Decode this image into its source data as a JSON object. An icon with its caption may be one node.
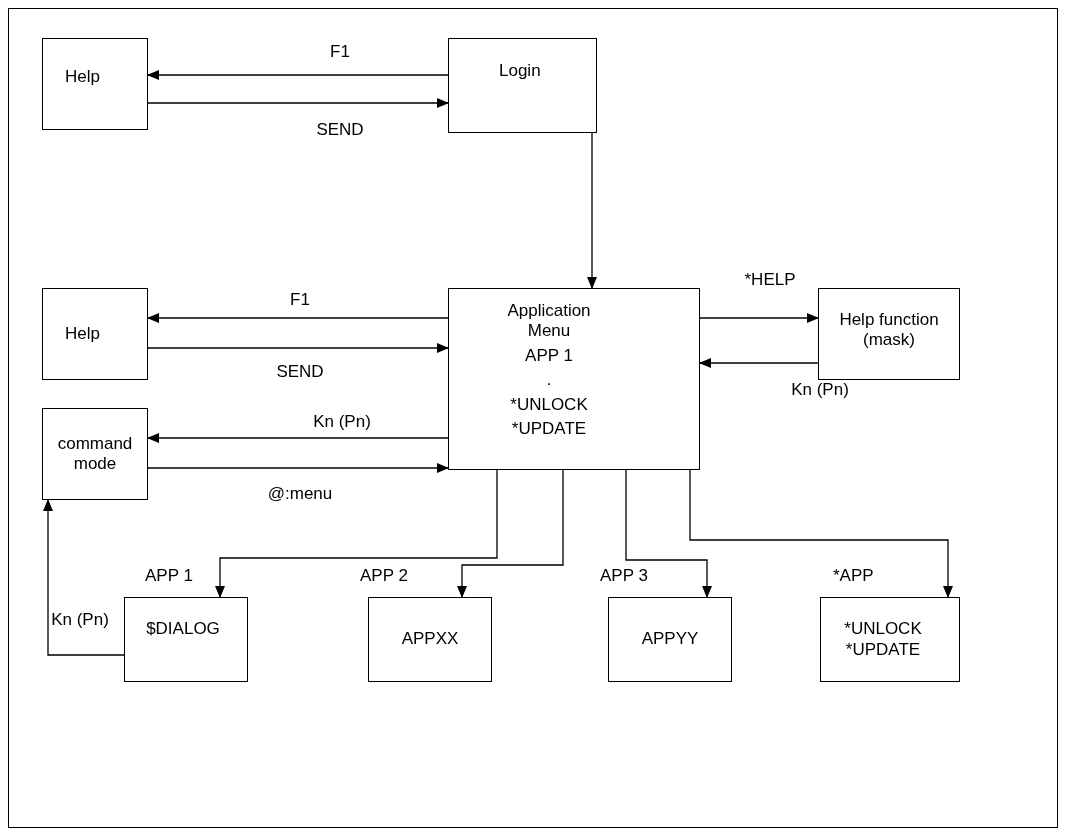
{
  "diagram": {
    "nodes": [
      {
        "text": [
          "Help"
        ]
      },
      {
        "text": [
          "Login"
        ]
      },
      {
        "text": [
          "Help"
        ]
      },
      {
        "text": [
          "Application Menu",
          "APP 1",
          ".",
          "*UNLOCK",
          "*UPDATE"
        ]
      },
      {
        "text": [
          "Help function (mask)"
        ]
      },
      {
        "text": [
          "command mode"
        ]
      },
      {
        "text": [
          "$DIALOG"
        ],
        "beside": [
          "APP 1"
        ]
      },
      {
        "text": [
          "APPXX"
        ],
        "beside": [
          "APP 2"
        ]
      },
      {
        "text": [
          "APPYY"
        ],
        "beside": [
          "APP 3"
        ]
      },
      {
        "text": [
          "*UNLOCK *UPDATE"
        ],
        "beside": [
          "*APP"
        ]
      }
    ],
    "edges": [
      {
        "from": 1,
        "to": 0,
        "arrow": "to",
        "label": "F1"
      },
      {
        "from": 0,
        "to": 1,
        "arrow": "to",
        "label": "SEND"
      },
      {
        "from": 1,
        "to": 3,
        "arrow": "to"
      },
      {
        "from": 3,
        "to": 2,
        "arrow": "to",
        "label": "F1"
      },
      {
        "from": 2,
        "to": 3,
        "arrow": "to",
        "label": "SEND"
      },
      {
        "from": 3,
        "to": 4,
        "arrow": "to",
        "label": "*HELP"
      },
      {
        "from": 4,
        "to": 3,
        "arrow": "to",
        "label": "Kn (Pn)"
      },
      {
        "from": 3,
        "to": 5,
        "arrow": "to",
        "label": "Kn (Pn)"
      },
      {
        "from": 5,
        "to": 3,
        "arrow": "to",
        "label": "@:menu"
      },
      {
        "from": 3,
        "to": 6,
        "arrow": "to"
      },
      {
        "from": 3,
        "to": 7,
        "arrow": "to"
      },
      {
        "from": 3,
        "to": 8,
        "arrow": "to"
      },
      {
        "from": 3,
        "to": 9,
        "arrow": "to"
      },
      {
        "from": 6,
        "to": 5,
        "arrow": "to",
        "label": "Kn (Pn)"
      }
    ]
  }
}
